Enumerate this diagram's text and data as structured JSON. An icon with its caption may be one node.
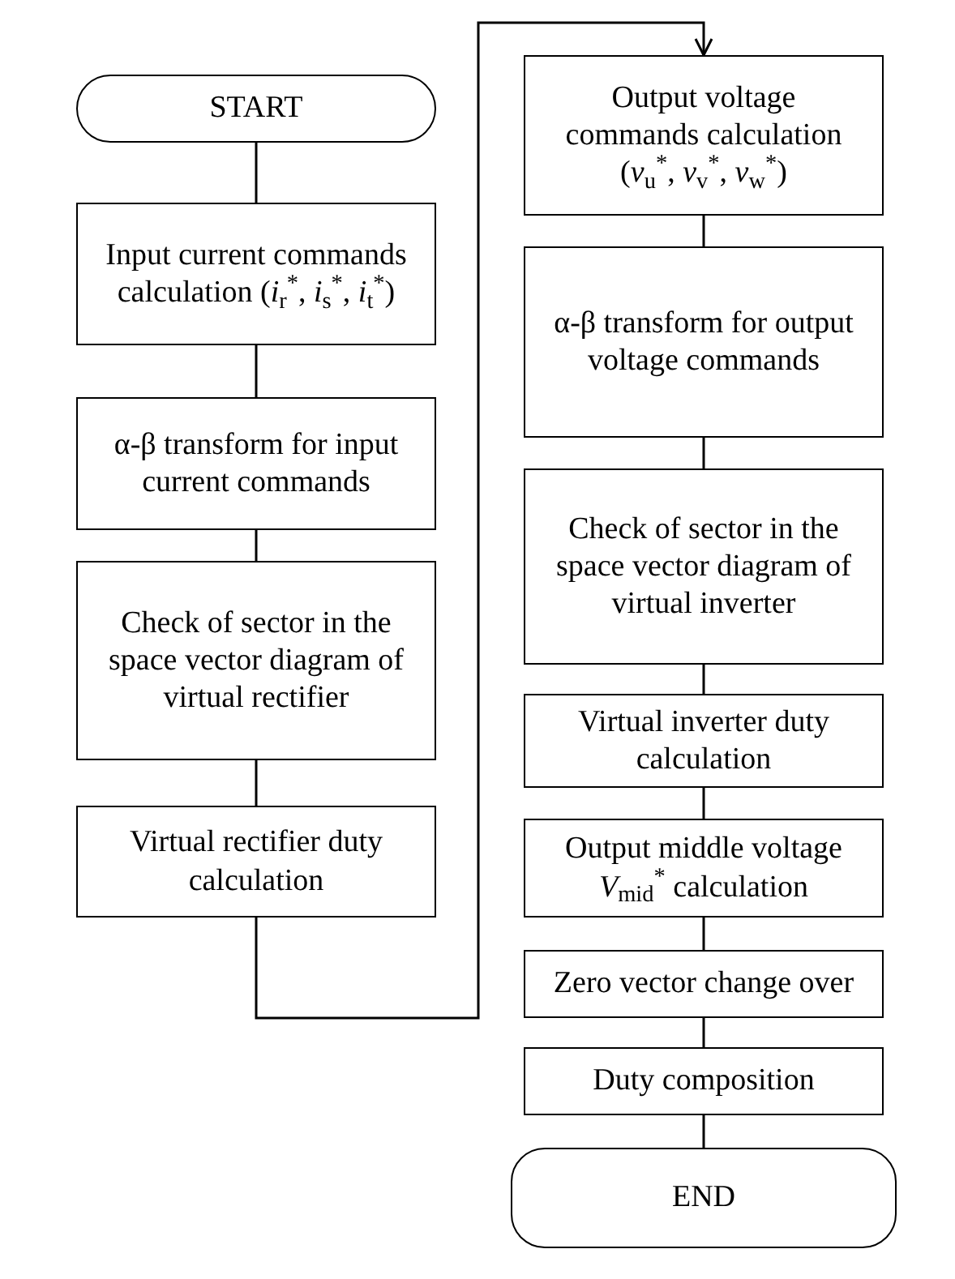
{
  "diagram": {
    "nodes": [
      {
        "text": [
          "START"
        ]
      },
      {
        "text": [
          "Input current commands calculation (*i*$_{r}$$^{*}$, *i*$_{s}$$^{*}$, *i*$_{t}$$^{*}$)"
        ]
      },
      {
        "text": [
          "α-β transform for input current commands"
        ]
      },
      {
        "text": [
          "Check of sector in the space vector diagram of virtual rectifier"
        ]
      },
      {
        "text": [
          "Virtual rectifier duty calculation"
        ]
      },
      {
        "text": [
          "Output voltage commands calculation (*v*$_{u}$$^{*}$, *v*$_{v}$$^{*}$, *v*$_{w}$$^{*}$)"
        ]
      },
      {
        "text": [
          "α-β transform for output voltage commands"
        ]
      },
      {
        "text": [
          "Check of sector in the space vector diagram of virtual inverter"
        ]
      },
      {
        "text": [
          "Virtual inverter duty calculation"
        ]
      },
      {
        "text": [
          "Output middle voltage *V*$_{mid}$$^{*}$ calculation"
        ]
      },
      {
        "text": [
          "Zero vector change over"
        ]
      },
      {
        "text": [
          "Duty composition"
        ]
      },
      {
        "text": [
          "END"
        ]
      }
    ],
    "edges": [
      {
        "from": 0,
        "to": 1,
        "arrow": "none"
      },
      {
        "from": 1,
        "to": 2,
        "arrow": "none"
      },
      {
        "from": 2,
        "to": 3,
        "arrow": "none"
      },
      {
        "from": 3,
        "to": 4,
        "arrow": "none"
      },
      {
        "from": 4,
        "to": 5,
        "arrow": "to"
      },
      {
        "from": 5,
        "to": 6,
        "arrow": "none"
      },
      {
        "from": 6,
        "to": 7,
        "arrow": "none"
      },
      {
        "from": 7,
        "to": 8,
        "arrow": "none"
      },
      {
        "from": 8,
        "to": 9,
        "arrow": "none"
      },
      {
        "from": 9,
        "to": 10,
        "arrow": "none"
      },
      {
        "from": 10,
        "to": 11,
        "arrow": "none"
      },
      {
        "from": 11,
        "to": 12,
        "arrow": "none"
      }
    ]
  }
}
